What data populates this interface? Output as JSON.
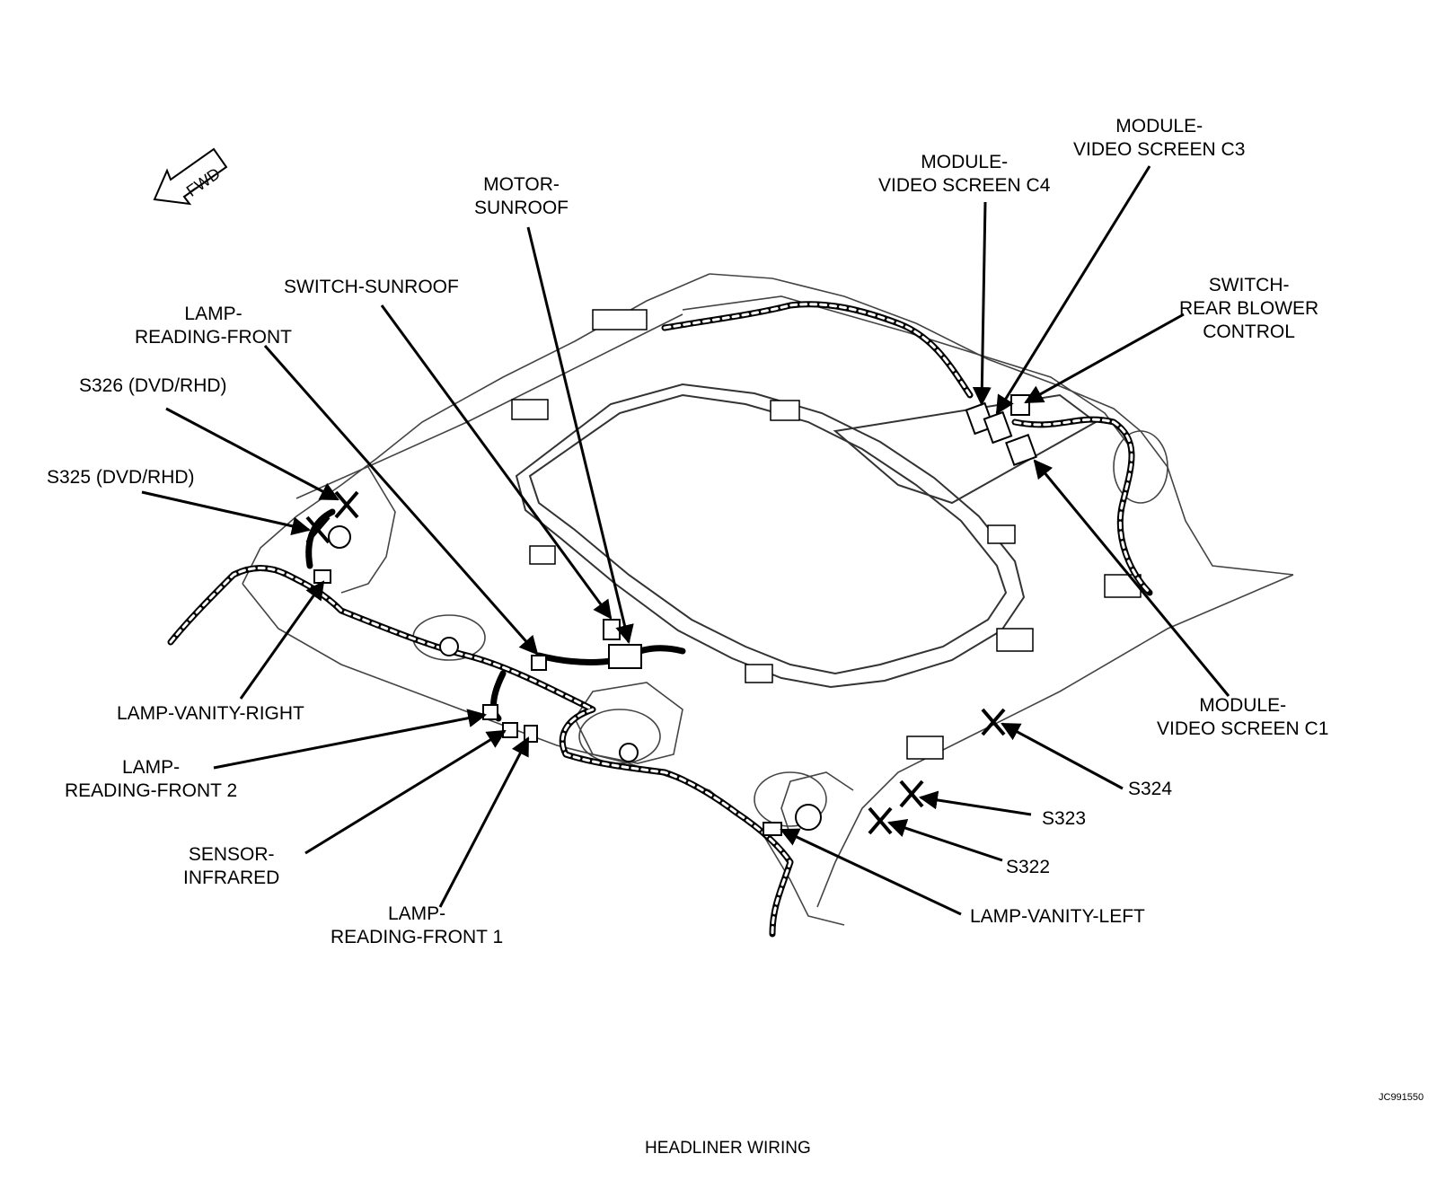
{
  "labels": {
    "module_c3": "MODULE-\nVIDEO SCREEN C3",
    "module_c4": "MODULE-\nVIDEO SCREEN C4",
    "motor_sunroof": "MOTOR-\nSUNROOF",
    "switch_sunroof": "SWITCH-SUNROOF",
    "switch_rear_blower": "SWITCH-\nREAR BLOWER\nCONTROL",
    "lamp_reading_front": "LAMP-\nREADING-FRONT",
    "s326": "S326 (DVD/RHD)",
    "s325": "S325 (DVD/RHD)",
    "lamp_vanity_right": "LAMP-VANITY-RIGHT",
    "lamp_reading_front_2": "LAMP-\nREADING-FRONT 2",
    "sensor_infrared": "SENSOR-\nINFRARED",
    "lamp_reading_front_1": "LAMP-\nREADING-FRONT 1",
    "module_c1": "MODULE-\nVIDEO SCREEN C1",
    "s324": "S324",
    "s323": "S323",
    "s322": "S322",
    "lamp_vanity_left": "LAMP-VANITY-LEFT",
    "fwd": "FWD"
  },
  "figure_code": "JC991550",
  "caption": "HEADLINER WIRING"
}
